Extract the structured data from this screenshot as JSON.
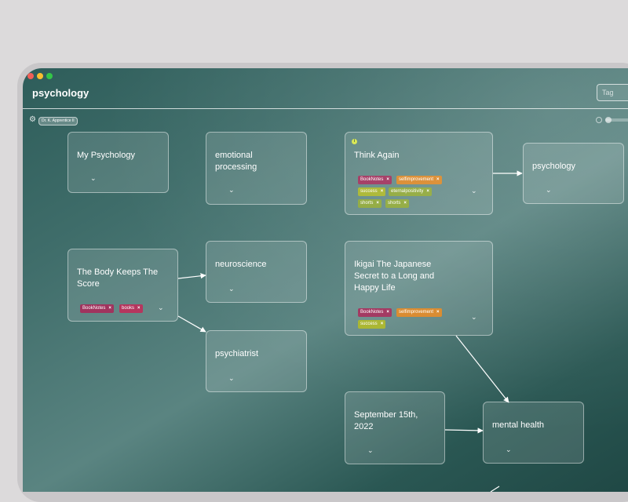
{
  "app": {
    "title": "psychology"
  },
  "header": {
    "search_placeholder": "Tag",
    "user_chip": "Dr. K. Apprentice II"
  },
  "colors": {
    "BookNotes": "#a0345e",
    "selfimprovement": "#d9882a",
    "success": "#a9b52e",
    "eternalpositivity": "#8fa83a",
    "shorts": "#8ea83a",
    "books": "#b5365e"
  },
  "cards": {
    "my_psychology": {
      "title": "My Psychology"
    },
    "emotional_processing": {
      "title": "emotional\nprocessing"
    },
    "think_again": {
      "title": "Think Again",
      "badge": "i",
      "tags": [
        "BookNotes",
        "selfimprovement",
        "success",
        "eternalpositivity",
        "shorts",
        "shorts"
      ]
    },
    "psychology": {
      "title": "psychology"
    },
    "body_keeps_score": {
      "title": "The Body Keeps The\nScore",
      "tags": [
        "BookNotes",
        "books"
      ]
    },
    "neuroscience": {
      "title": "neuroscience"
    },
    "ikigai": {
      "title": "Ikigai The Japanese\nSecret to a Long and\nHappy Life",
      "tags": [
        "BookNotes",
        "selfimprovement",
        "success"
      ]
    },
    "psychiatrist": {
      "title": "psychiatrist"
    },
    "september": {
      "title": "September 15th,\n2022"
    },
    "mental_health": {
      "title": "mental health"
    }
  },
  "icons": {
    "chevron": "⌄",
    "remove": "×",
    "gear": "⚙"
  }
}
